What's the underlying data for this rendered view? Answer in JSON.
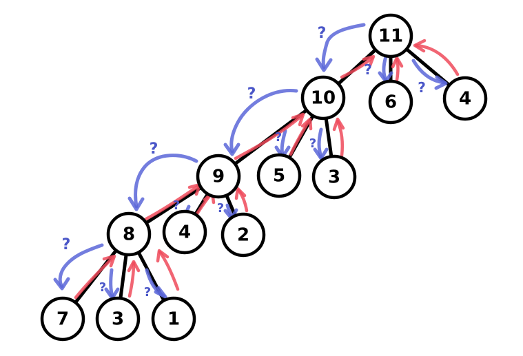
{
  "colors": {
    "blue_arrow": "#5a66d8",
    "red_arrow": "#ee4a5a",
    "question_mark": "#4a56c8",
    "node_stroke": "#000000",
    "node_fill": "#ffffff"
  },
  "tree": {
    "nodes": [
      {
        "id": "n11",
        "label": "11"
      },
      {
        "id": "n10",
        "label": "10"
      },
      {
        "id": "n6a",
        "label": "6"
      },
      {
        "id": "n4a",
        "label": "4"
      },
      {
        "id": "n9",
        "label": "9"
      },
      {
        "id": "n5",
        "label": "5"
      },
      {
        "id": "n3a",
        "label": "3"
      },
      {
        "id": "n8",
        "label": "8"
      },
      {
        "id": "n4b",
        "label": "4"
      },
      {
        "id": "n2",
        "label": "2"
      },
      {
        "id": "n7",
        "label": "7"
      },
      {
        "id": "n3b",
        "label": "3"
      },
      {
        "id": "n1",
        "label": "1"
      }
    ],
    "edges": [
      {
        "from": "n11",
        "to": "n10"
      },
      {
        "from": "n11",
        "to": "n6a"
      },
      {
        "from": "n11",
        "to": "n4a"
      },
      {
        "from": "n10",
        "to": "n9"
      },
      {
        "from": "n10",
        "to": "n5"
      },
      {
        "from": "n10",
        "to": "n3a"
      },
      {
        "from": "n9",
        "to": "n8"
      },
      {
        "from": "n9",
        "to": "n4b"
      },
      {
        "from": "n9",
        "to": "n2"
      },
      {
        "from": "n8",
        "to": "n7"
      },
      {
        "from": "n8",
        "to": "n3b"
      },
      {
        "from": "n8",
        "to": "n1"
      }
    ]
  },
  "annotations": {
    "question_mark": "?"
  }
}
